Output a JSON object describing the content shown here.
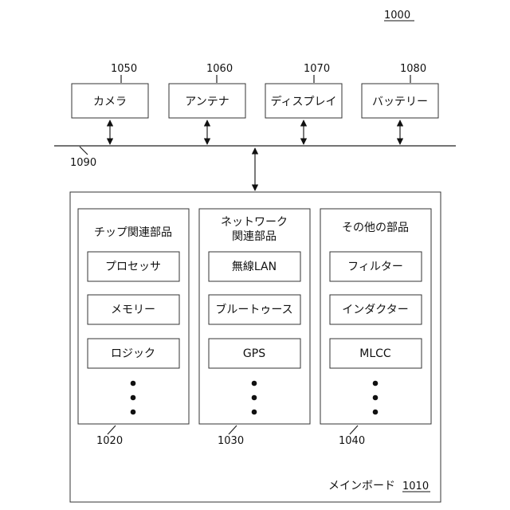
{
  "figure_number": "1000",
  "bus_number": "1090",
  "top_components": [
    {
      "label": "カメラ",
      "number": "1050"
    },
    {
      "label": "アンテナ",
      "number": "1060"
    },
    {
      "label": "ディスプレイ",
      "number": "1070"
    },
    {
      "label": "バッテリー",
      "number": "1080"
    }
  ],
  "main_board": {
    "label": "メインボード",
    "number": "1010"
  },
  "groups": [
    {
      "title_line1": "チップ関連部品",
      "title_line2": "",
      "number": "1020",
      "items": [
        "プロセッサ",
        "メモリー",
        "ロジック"
      ]
    },
    {
      "title_line1": "ネットワーク",
      "title_line2": "関連部品",
      "number": "1030",
      "items": [
        "無線LAN",
        "ブルートゥース",
        "GPS"
      ]
    },
    {
      "title_line1": "その他の部品",
      "title_line2": "",
      "number": "1040",
      "items": [
        "フィルター",
        "インダクター",
        "MLCC"
      ]
    }
  ]
}
